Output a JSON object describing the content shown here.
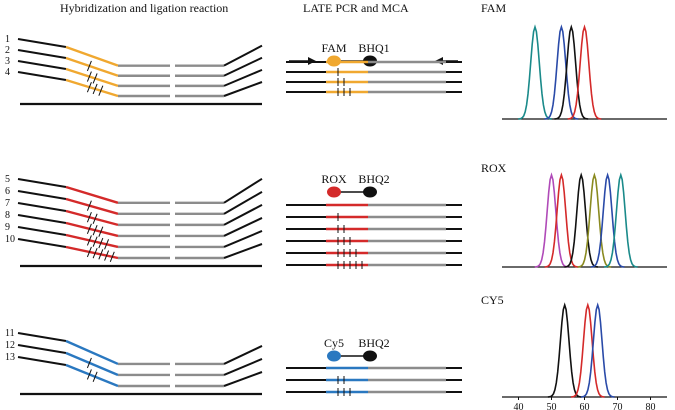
{
  "headers": {
    "left": "Hybridization and ligation reaction",
    "middle": "LATE PCR and MCA",
    "fam_panel": "FAM",
    "rox_panel": "ROX",
    "cy5_panel": "CY5"
  },
  "colors": {
    "line": "#111111",
    "gray": "#8c8c8c",
    "fam": "#f0a830",
    "rox": "#d42a2a",
    "cy5": "#2a78c0",
    "quencher": "#111111"
  },
  "groups": [
    {
      "id": "fam",
      "color_key": "fam",
      "probe_labels": [
        "FAM",
        "BHQ1"
      ],
      "strand_numbers": [
        "1",
        "2",
        "3",
        "4"
      ],
      "tick_counts": [
        0,
        1,
        2,
        3
      ],
      "mid_tick_counts": [
        0,
        1,
        2,
        3
      ],
      "has_arrows": true
    },
    {
      "id": "rox",
      "color_key": "rox",
      "probe_labels": [
        "ROX",
        "BHQ2"
      ],
      "strand_numbers": [
        "5",
        "6",
        "7",
        "8",
        "9",
        "10"
      ],
      "tick_counts": [
        0,
        1,
        2,
        3,
        4,
        5
      ],
      "mid_tick_counts": [
        0,
        1,
        2,
        3,
        4,
        5
      ],
      "has_arrows": false
    },
    {
      "id": "cy5",
      "color_key": "cy5",
      "probe_labels": [
        "Cy5",
        "BHQ2"
      ],
      "strand_numbers": [
        "11",
        "12",
        "13"
      ],
      "tick_counts": [
        0,
        1,
        2
      ],
      "mid_tick_counts": [
        0,
        2,
        3
      ],
      "has_arrows": false
    }
  ],
  "chart_data": [
    {
      "type": "line",
      "title": "FAM",
      "xlim": [
        35,
        85
      ],
      "peaks": [
        {
          "center": 45,
          "color": "#1a8a8a"
        },
        {
          "center": 53,
          "color": "#2a4aa8"
        },
        {
          "center": 56,
          "color": "#111111"
        },
        {
          "center": 60,
          "color": "#d42a2a"
        }
      ]
    },
    {
      "type": "line",
      "title": "ROX",
      "xlim": [
        35,
        85
      ],
      "peaks": [
        {
          "center": 50,
          "color": "#b04ab8"
        },
        {
          "center": 53,
          "color": "#d42a2a"
        },
        {
          "center": 59,
          "color": "#111111"
        },
        {
          "center": 63,
          "color": "#8a8a20"
        },
        {
          "center": 67,
          "color": "#2a4aa8"
        },
        {
          "center": 71,
          "color": "#1a8a8a"
        }
      ]
    },
    {
      "type": "line",
      "title": "CY5",
      "xlim": [
        35,
        85
      ],
      "xticks": [
        "40",
        "50",
        "60",
        "70",
        "80"
      ],
      "peaks": [
        {
          "center": 54,
          "color": "#111111"
        },
        {
          "center": 61,
          "color": "#d42a2a"
        },
        {
          "center": 64,
          "color": "#2a4aa8"
        }
      ]
    }
  ]
}
